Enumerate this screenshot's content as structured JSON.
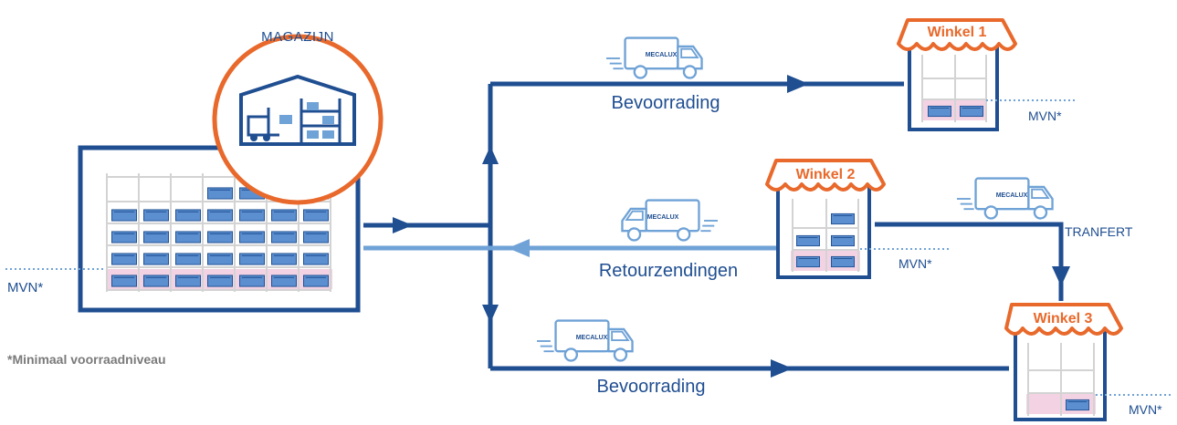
{
  "warehouse": {
    "title": "MAGAZIJN",
    "mvn_label": "MVN*"
  },
  "flows": {
    "supply_top": "Bevoorrading",
    "supply_bottom": "Bevoorrading",
    "returns": "Retourzendingen",
    "transfer": "TRANFERT"
  },
  "stores": [
    {
      "name": "Winkel 1",
      "mvn_label": "MVN*"
    },
    {
      "name": "Winkel 2",
      "mvn_label": "MVN*"
    },
    {
      "name": "Winkel 3",
      "mvn_label": "MVN*"
    }
  ],
  "truck_brand": "MECALUX",
  "footnote": "*Minimaal voorraadniveau",
  "colors": {
    "dark_blue": "#1f4e91",
    "light_blue": "#6fa2d6",
    "box_blue": "#5b8fd0",
    "orange": "#e8692b",
    "pink": "#f3d3e3",
    "grey_text": "#7a7a7a",
    "shelf_grey": "#d3d3d3"
  }
}
